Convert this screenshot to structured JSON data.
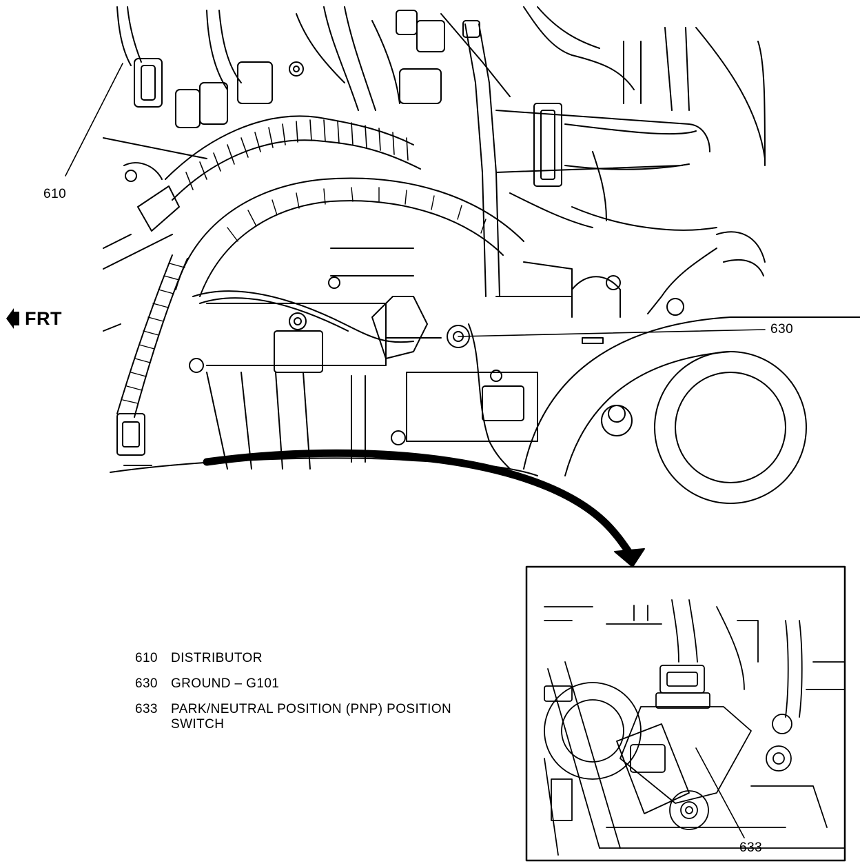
{
  "front_indicator": {
    "label": "FRT"
  },
  "callouts": {
    "c610": "610",
    "c630": "630",
    "c633": "633"
  },
  "legend": [
    {
      "code": "610",
      "text": "DISTRIBUTOR"
    },
    {
      "code": "630",
      "text": "GROUND – G101"
    },
    {
      "code": "633",
      "text": "PARK/NEUTRAL POSITION (PNP) POSITION SWITCH"
    }
  ]
}
